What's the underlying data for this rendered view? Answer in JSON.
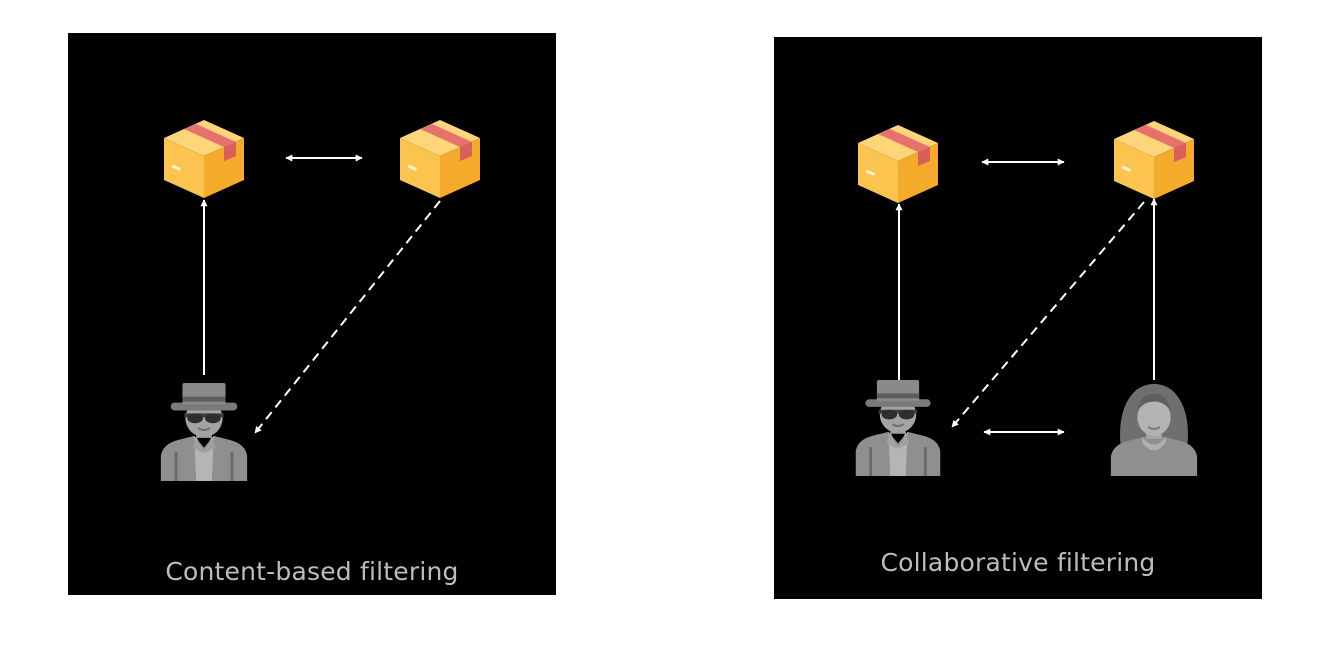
{
  "colors": {
    "background": "#000000",
    "page": "#ffffff",
    "box_top": "#ffd57a",
    "box_left": "#fbc44f",
    "box_right": "#f4ab2b",
    "tape": "#e8716d",
    "person": "#8f8f8f",
    "person_dark": "#5c5c5c",
    "arrow": "#ffffff",
    "caption": "#bdbdbd"
  },
  "icons": {
    "item": "package-box-icon",
    "user": "man-in-hat-and-sunglasses-icon",
    "other_user": "woman-with-long-hair-icon"
  },
  "panels": [
    {
      "id": "content-based",
      "caption": "Content-based filtering"
    },
    {
      "id": "collaborative",
      "caption": "Collaborative filtering"
    }
  ]
}
